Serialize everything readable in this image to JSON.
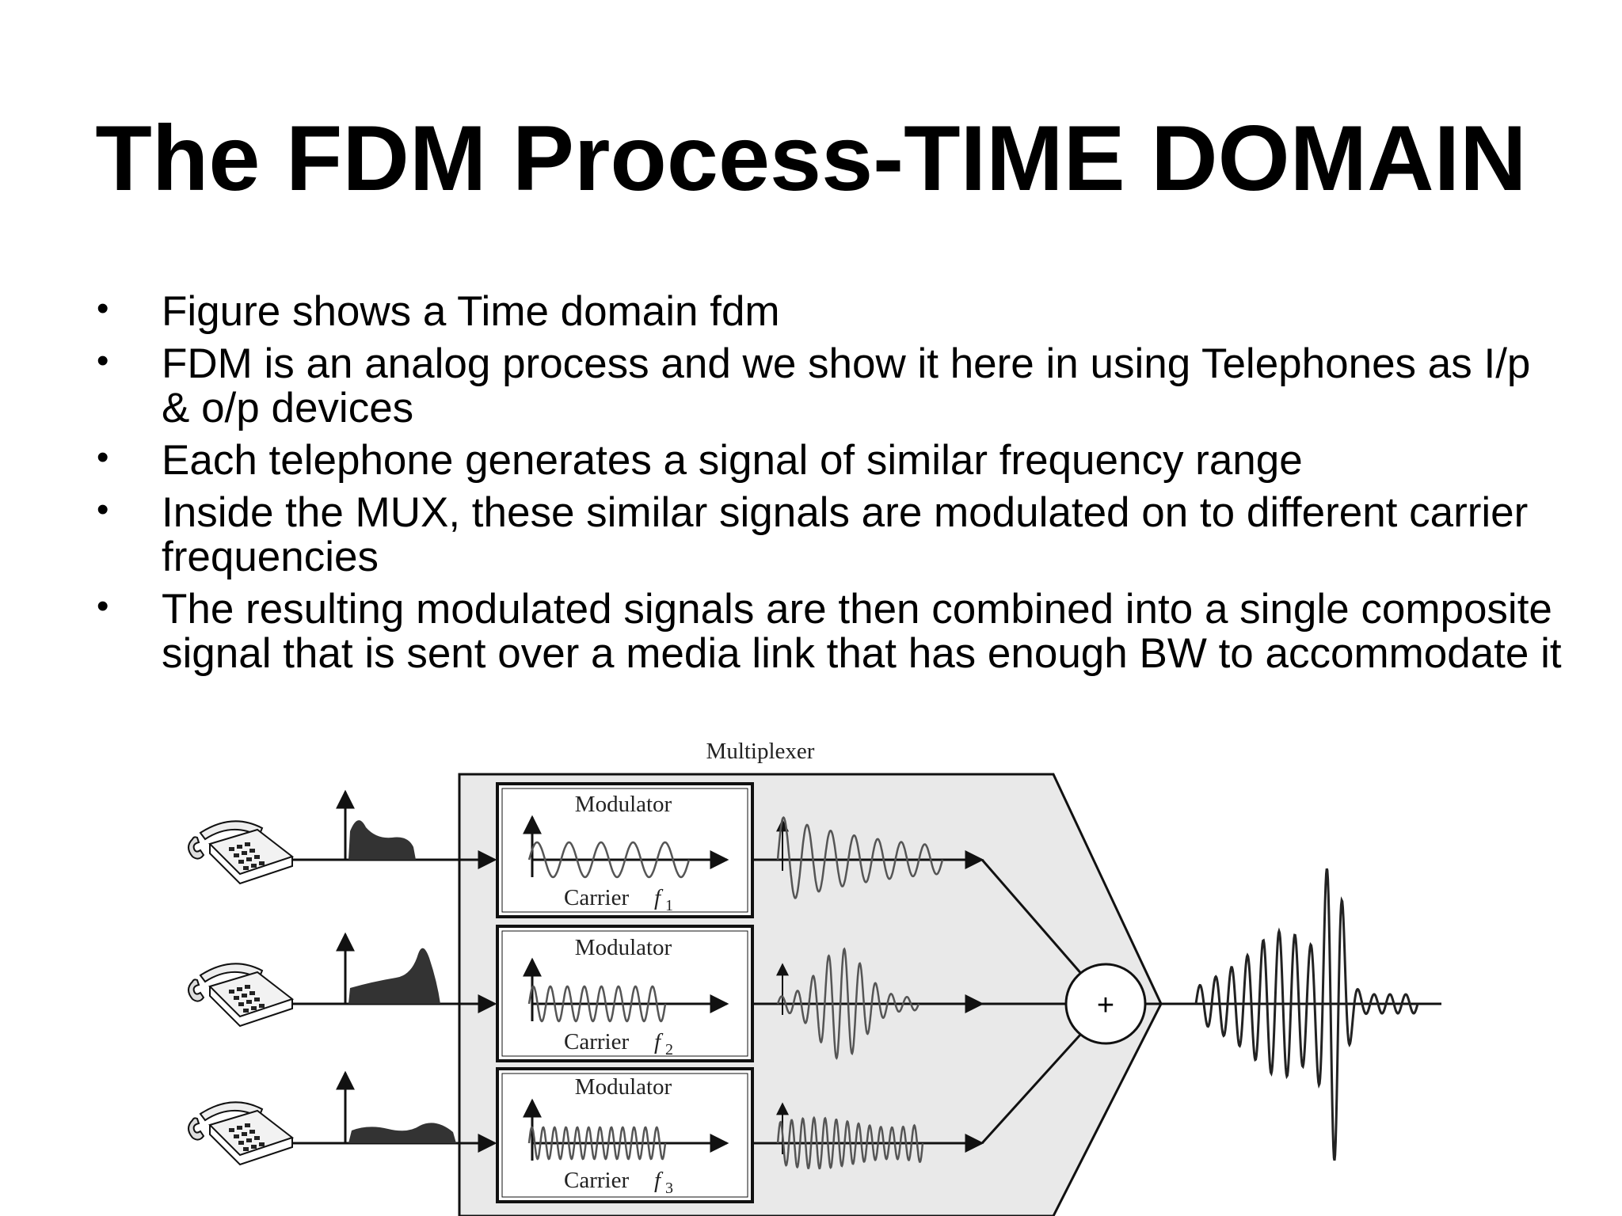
{
  "slide": {
    "title": "The FDM Process-TIME DOMAIN",
    "bullets": [
      "Figure shows a Time domain fdm",
      "FDM is an analog process and we show it here in using Telephones as I/p & o/p devices",
      "Each telephone generates a signal of similar frequency range",
      "Inside the MUX, these similar signals are modulated on to different carrier frequencies",
      "The resulting modulated signals are then combined into a single composite signal that is sent over a media link that has enough BW to accommodate it"
    ]
  },
  "diagram": {
    "multiplexer_label": "Multiplexer",
    "modulator_label": "Modulator",
    "carrier_label": "Carrier",
    "carrier_subscripts": [
      "f",
      "f",
      "f"
    ],
    "carrier_indices": [
      "1",
      "2",
      "3"
    ],
    "adder_symbol": "+",
    "colors": {
      "mux_fill": "#e9e9e9",
      "spectrum_fill": "#333333",
      "wave_stroke": "#555555",
      "line": "#111111"
    },
    "icons": [
      "telephone-icon",
      "telephone-icon",
      "telephone-icon"
    ]
  }
}
